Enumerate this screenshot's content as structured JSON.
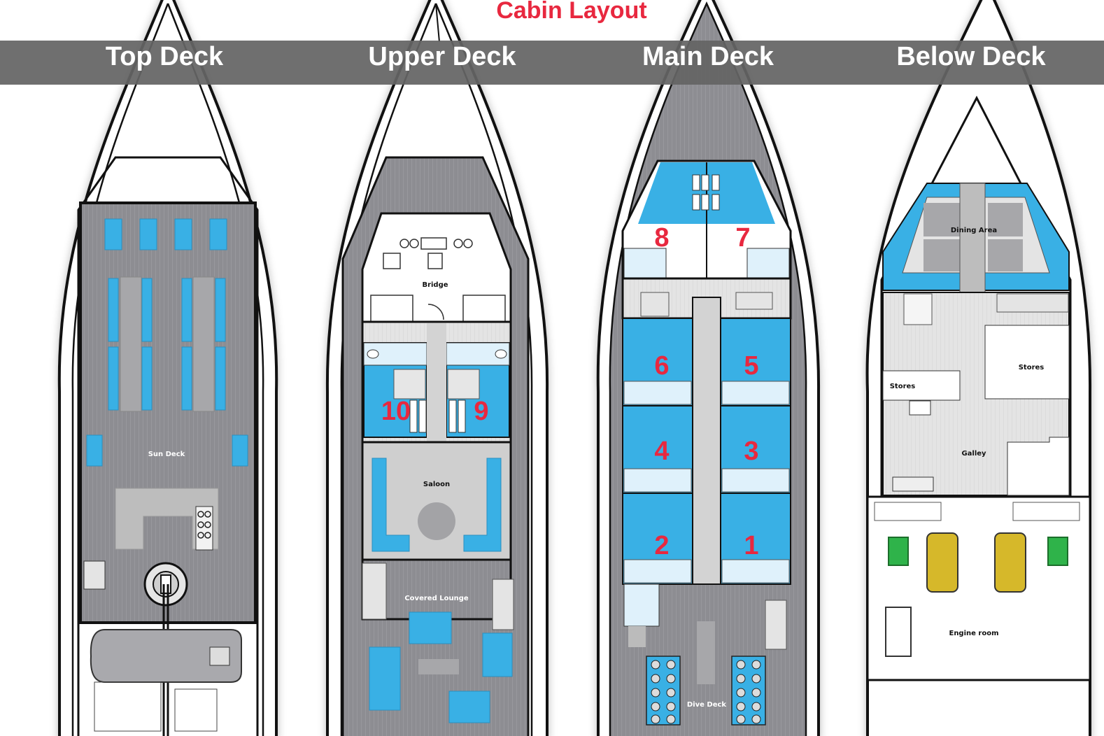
{
  "title": "Cabin Layout",
  "decks": [
    {
      "name": "Top Deck",
      "rooms": [
        "Sun Deck"
      ]
    },
    {
      "name": "Upper Deck",
      "rooms": [
        "Bridge",
        "Saloon",
        "Covered Lounge"
      ],
      "cabins": [
        "10",
        "9"
      ]
    },
    {
      "name": "Main Deck",
      "rooms": [
        "Dive Deck"
      ],
      "cabins": [
        "8",
        "7",
        "6",
        "5",
        "4",
        "3",
        "2",
        "1"
      ]
    },
    {
      "name": "Below Deck",
      "rooms": [
        "Dining Area",
        "Stores",
        "Stores",
        "Galley",
        "Engine room"
      ]
    }
  ],
  "colors": {
    "accent": "#e8283f",
    "deck_gray": "#8c8c90",
    "water_blue": "#39b0e5",
    "banner": "#646464",
    "engine_yellow": "#d6b82a",
    "engine_green": "#2fb34a"
  }
}
